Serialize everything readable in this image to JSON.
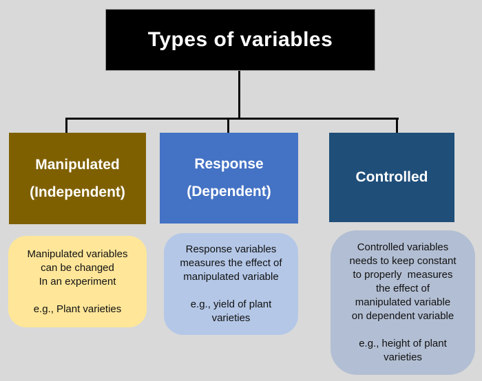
{
  "diagram": {
    "title": "Types of variables",
    "colors": {
      "background": "#d9d9d9",
      "title_bg": "#000000",
      "title_text": "#ffffff",
      "connector": "#0a0a0a",
      "manipulated_bg": "#7f6000",
      "response_bg": "#4472c4",
      "controlled_bg": "#1f4e79",
      "header_text": "#ffffff",
      "manipulated_note_bg": "#ffe699",
      "response_note_bg": "#b4c7e7",
      "controlled_note_bg": "#b2bed3",
      "note_text": "#111111"
    },
    "branches": [
      {
        "id": "manipulated",
        "header_line1": "Manipulated",
        "header_line2": "(Independent)",
        "note": "Manipulated variables\ncan be changed\nIn an experiment\n\ne.g., Plant varieties"
      },
      {
        "id": "response",
        "header_line1": "Response",
        "header_line2": "(Dependent)",
        "note": "Response variables\nmeasures the effect of\nmanipulated variable\n\ne.g., yield of plant\nvarieties"
      },
      {
        "id": "controlled",
        "header_line1": "Controlled",
        "note": "Controlled variables\nneeds to keep constant\nto properly  measures\nthe effect of\nmanipulated variable\non dependent variable\n\ne.g., height of plant\nvarieties"
      }
    ]
  }
}
